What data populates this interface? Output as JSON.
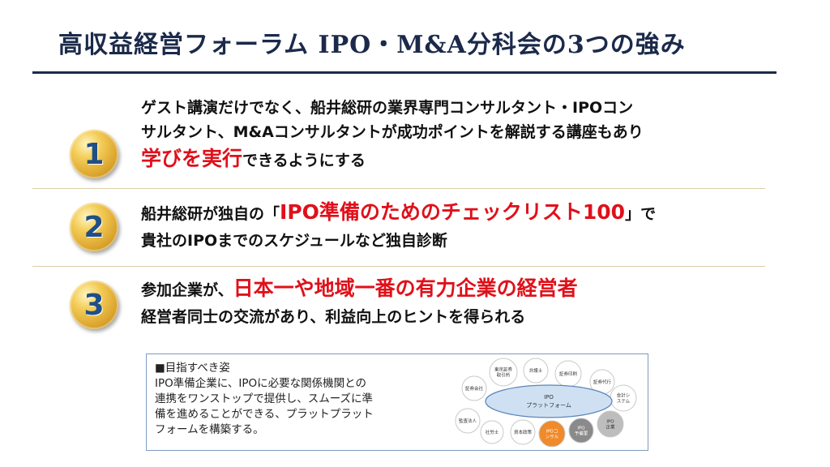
{
  "title": "高収益経営フォーラム IPO・M&A分科会の3つの強み",
  "items": [
    {
      "number": "1",
      "line1": "ゲスト講演だけでなく、船井総研の業界専門コンサルタント・IPOコン",
      "line2": "サルタント、M&Aコンサルタントが成功ポイントを解説する講座もあり",
      "line3_highlight": "学びを実行",
      "line3_rest": "できるようにする"
    },
    {
      "number": "2",
      "line1_pre": "船井総研が独自の「",
      "line1_highlight": "IPO準備のためのチェックリスト100",
      "line1_post": "」で",
      "line2": "貴社のIPOまでのスケジュールなど独自診断"
    },
    {
      "number": "3",
      "line1_pre": "参加企業が、",
      "line1_highlight": "日本一や地域一番の有力企業の経営者",
      "line2": "経営者同士の交流があり、利益向上のヒントを得られる"
    }
  ],
  "goal_box": {
    "heading": "■目指すべき姿",
    "lines": [
      "IPO準備企業に、IPOに必要な関係機関との",
      "連携をワンストップで提供し、スムーズに準",
      "備を進めることができる、プラットプラット",
      "フォームを構築する。"
    ]
  },
  "diagram": {
    "platform_label_1": "IPO",
    "platform_label_2": "プラットフォーム",
    "nodes": [
      {
        "label": "証券会社"
      },
      {
        "label": "東京証券取引所"
      },
      {
        "label": "弁護士"
      },
      {
        "label": "証券印刷"
      },
      {
        "label": "証券代行"
      },
      {
        "label": "会計システム"
      },
      {
        "label": "監査法人"
      },
      {
        "label": "社労士"
      },
      {
        "label": "資本政策"
      },
      {
        "label": "IPOコンサル"
      },
      {
        "label": "IPO予備軍"
      },
      {
        "label": "IPO企業"
      }
    ],
    "colors": {
      "accent": "#f08a2a",
      "gray": "#8a8a8a",
      "light_gray": "#bdbdbd",
      "platform": "#cfe0f3"
    }
  }
}
